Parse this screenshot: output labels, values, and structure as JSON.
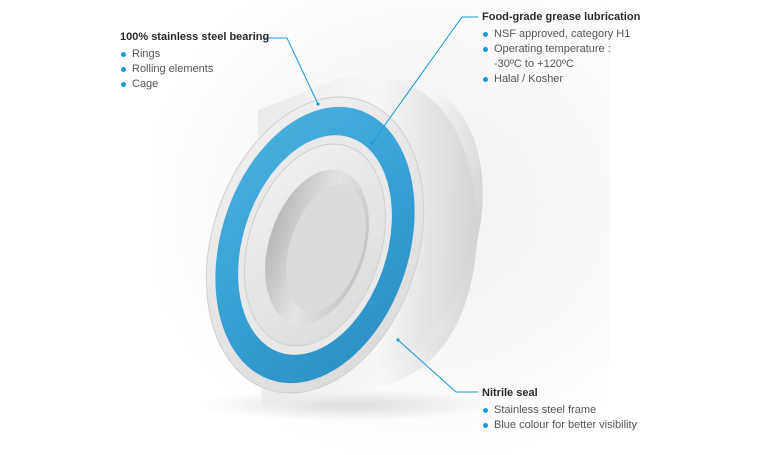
{
  "callouts": {
    "bearing": {
      "title": "100% stainless steel bearing",
      "items": [
        "Rings",
        "Rolling elements",
        "Cage"
      ]
    },
    "grease": {
      "title": "Food-grade grease lubrication",
      "items": [
        "NSF approved, category H1",
        "Operating temperature :",
        "Halal / Kosher"
      ],
      "temperature_range": "-30ºC to +120ºC"
    },
    "seal": {
      "title": "Nitrile seal",
      "items": [
        "Stainless steel frame",
        "Blue colour for better visibility"
      ]
    }
  },
  "colors": {
    "accent_blue": "#1a9ad6",
    "seal_blue": "#3aa3d6",
    "steel": "#dcdcdc"
  }
}
